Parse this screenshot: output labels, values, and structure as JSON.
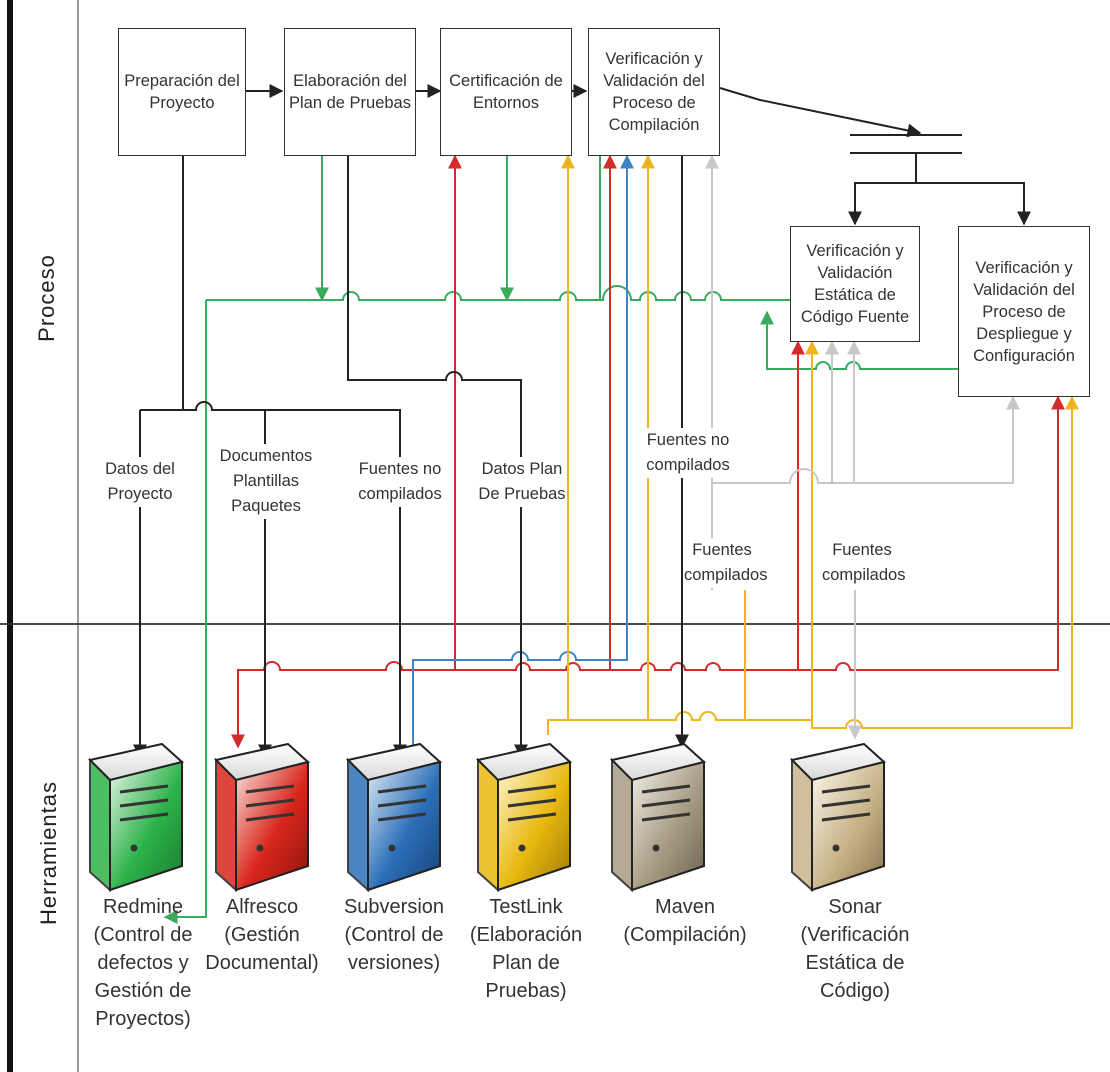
{
  "lanes": {
    "top": "Proceso",
    "bottom": "Herramientas"
  },
  "process_boxes": {
    "prep": "Preparación del\nProyecto",
    "plan": "Elaboración del\nPlan de Pruebas",
    "cert": "Certificación de\nEntornos",
    "vvcomp": "Verificación y\nValidación del\nProceso de\nCompilación",
    "vvstatic": "Verificación y\nValidación\nEstática de\nCódigo Fuente",
    "vvdeploy": "Verificación y\nValidación del\nProceso de\nDespliegue y\nConfiguración"
  },
  "flow_labels": {
    "datos_proyecto": "Datos del\nProyecto",
    "documentos": "Documentos\nPlantillas\nPaquetes",
    "fuentes_no_1": "Fuentes no\ncompilados",
    "datos_plan": "Datos Plan\nDe Pruebas",
    "fuentes_no_2": "Fuentes no\ncompilados",
    "fuentes_comp_1": "Fuentes\ncompilados",
    "fuentes_comp_2": "Fuentes\ncompilados"
  },
  "tools": [
    {
      "id": "redmine",
      "label": "Redmine\n(Control de\ndefectos y\nGestión de\nProyectos)",
      "color": "#2db34a"
    },
    {
      "id": "alfresco",
      "label": "Alfresco\n(Gestión\nDocumental)",
      "color": "#d9261c"
    },
    {
      "id": "subversion",
      "label": "Subversion\n(Control de\nversiones)",
      "color": "#2c6fb8"
    },
    {
      "id": "testlink",
      "label": "TestLink\n(Elaboración\nPlan de\nPruebas)",
      "color": "#e8b80e"
    },
    {
      "id": "maven",
      "label": "Maven\n(Compilación)",
      "color": "#a89c84"
    },
    {
      "id": "sonar",
      "label": "Sonar\n(Verificación\nEstática de\nCódigo)",
      "color": "#c9b48a"
    }
  ],
  "colors": {
    "green": "#3aaa5c",
    "red": "#d42a2a",
    "blue": "#3f83c6",
    "yellow": "#f0b41e",
    "gray": "#c8c8c8",
    "black": "#222222"
  }
}
